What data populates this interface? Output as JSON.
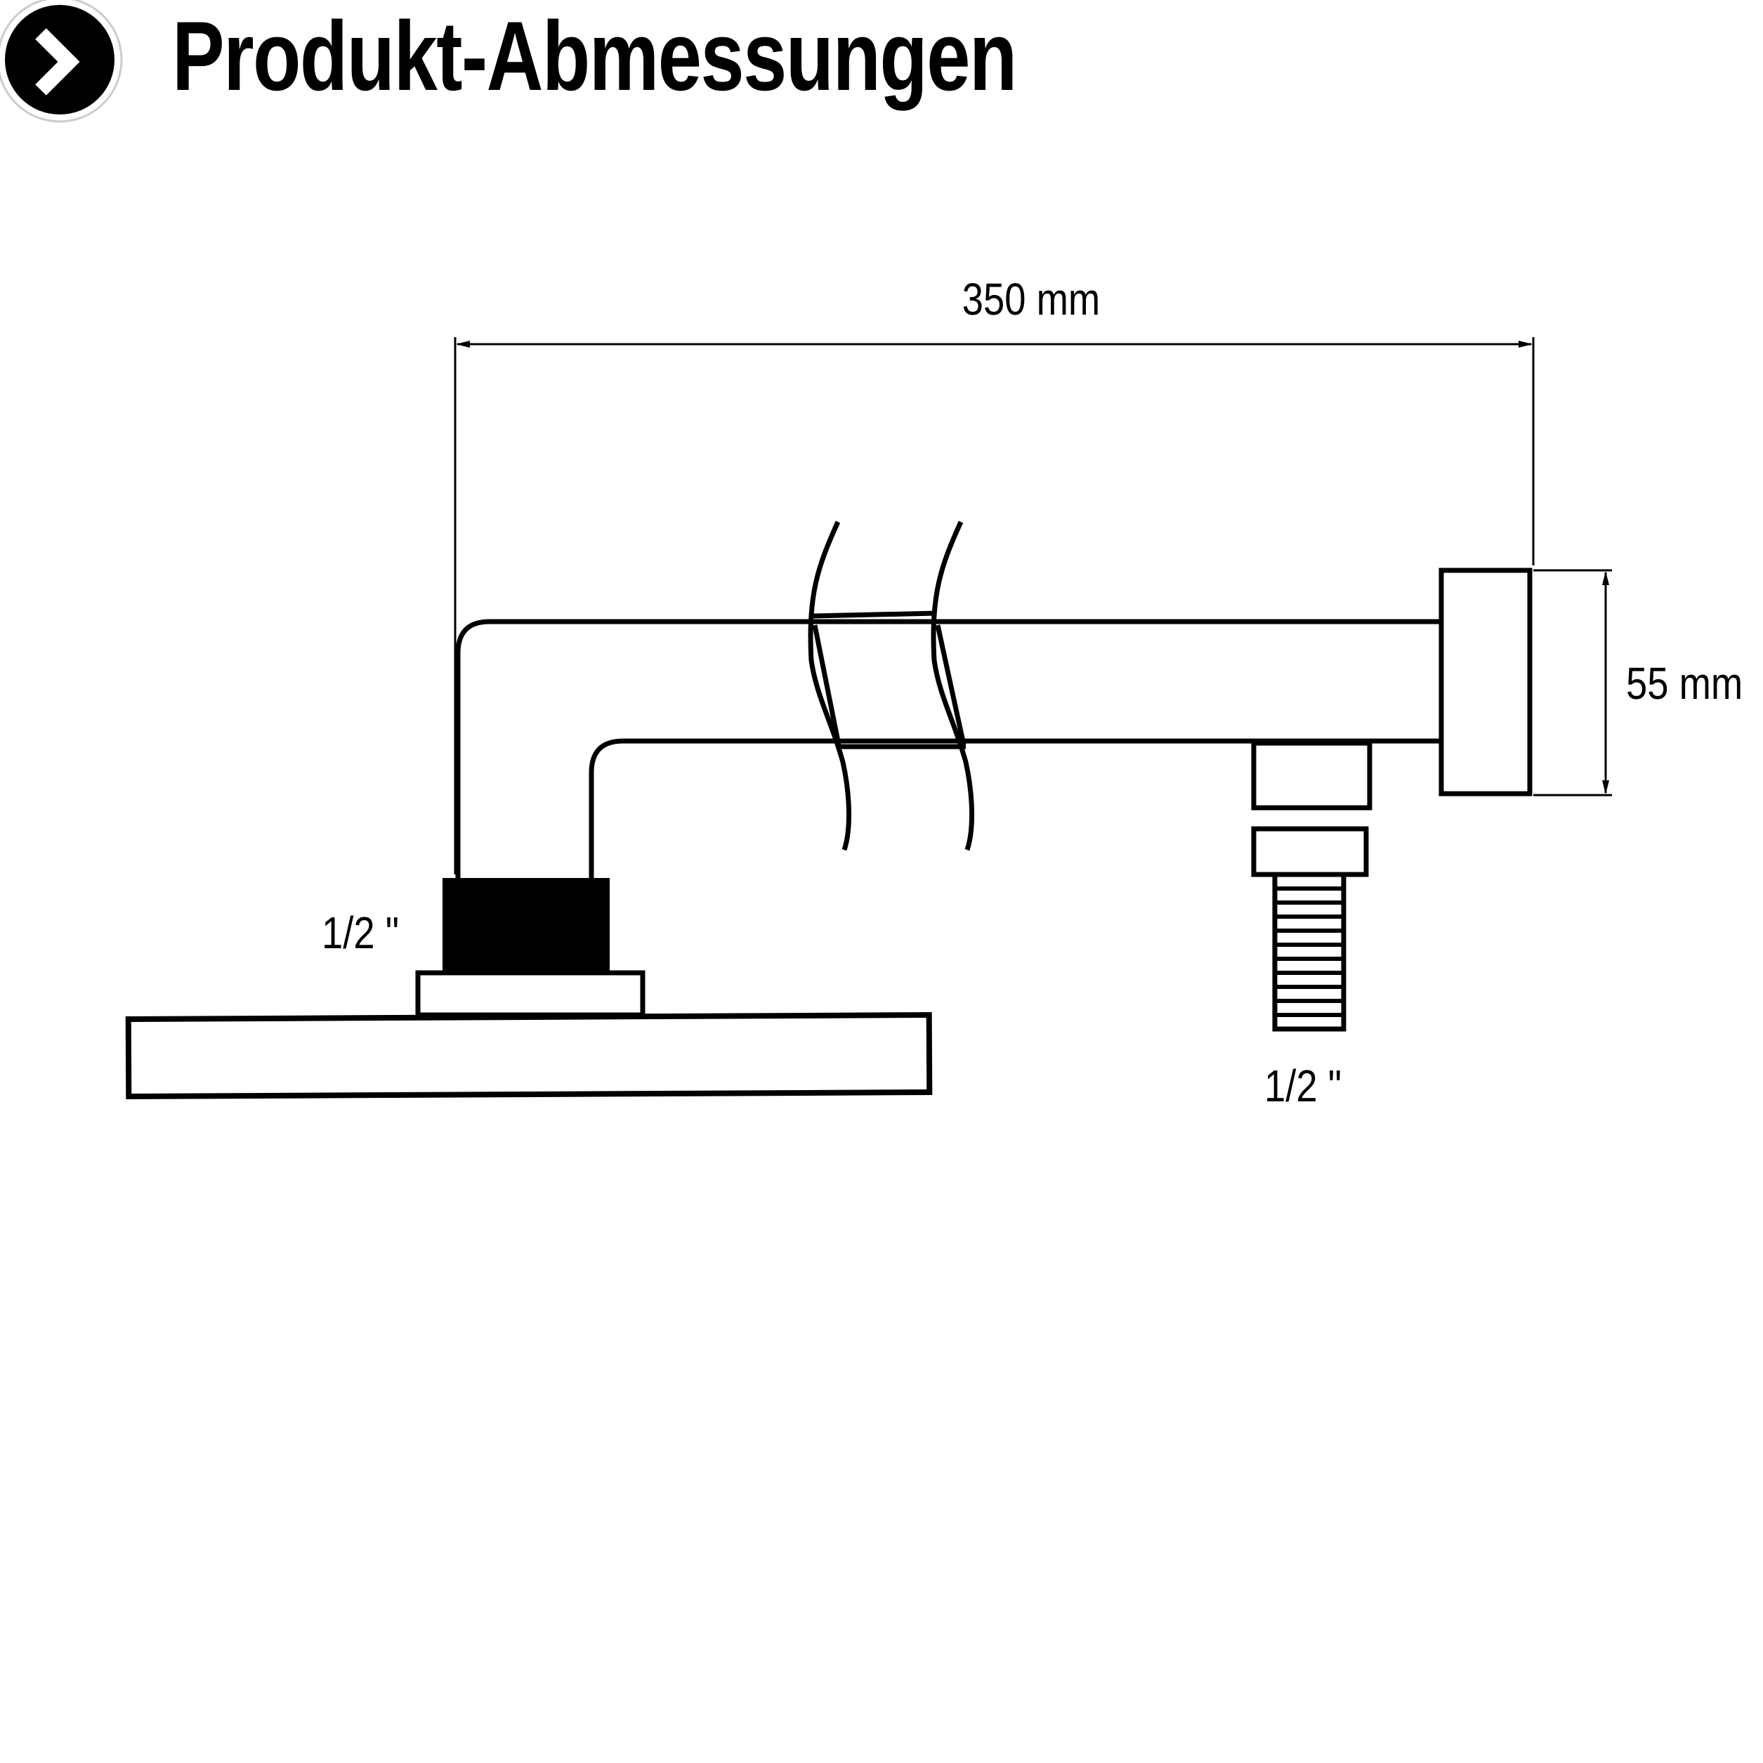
{
  "header": {
    "title": "Produkt-Abmessungen",
    "icon": "chevron-right-icon"
  },
  "dimensions": {
    "length_label": "350 mm",
    "height_label": "55 mm",
    "inlet_thread_label": "1/2 \"",
    "outlet_thread_label": "1/2 \""
  },
  "colors": {
    "line": "#000000",
    "background": "#ffffff"
  }
}
